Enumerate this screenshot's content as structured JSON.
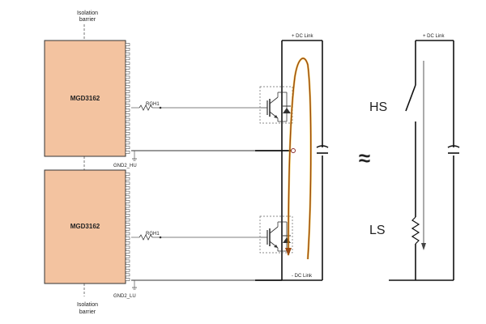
{
  "barrier": {
    "top_label_line1": "Isolation",
    "top_label_line2": "barrier",
    "bottom_label_line1": "Isolation",
    "bottom_label_line2": "barrier"
  },
  "chips": {
    "upper_name": "MGD3162",
    "lower_name": "MGD3162",
    "fill_color": "#f3c3a0"
  },
  "resistors": {
    "upper_label": "RGH1",
    "lower_label": "RGH1"
  },
  "grounds": {
    "upper_label": "GND2_HU",
    "lower_label": "GND2_LU"
  },
  "dc_link": {
    "plus_label": "+ DC Link",
    "minus_label": "- DC Link",
    "equivalent_plus_label": "+ DC Link"
  },
  "equivalent": {
    "approx_symbol": "≈",
    "hs_label": "HS",
    "ls_label": "LS"
  },
  "colors": {
    "current_loop": "#9a4a12",
    "current_loop_highlight": "#f0b400",
    "wire": "#555555"
  },
  "icons": {
    "isolation_line": "dashed-vertical-line",
    "switch": "igbt-with-diode-icon",
    "capacitor": "capacitor-icon",
    "resistor": "resistor-zigzag-icon",
    "ground": "ground-icon",
    "current_path": "current-loop-arrow-icon",
    "equivalent_switch": "open-switch-icon",
    "arrow": "down-arrow-icon"
  }
}
